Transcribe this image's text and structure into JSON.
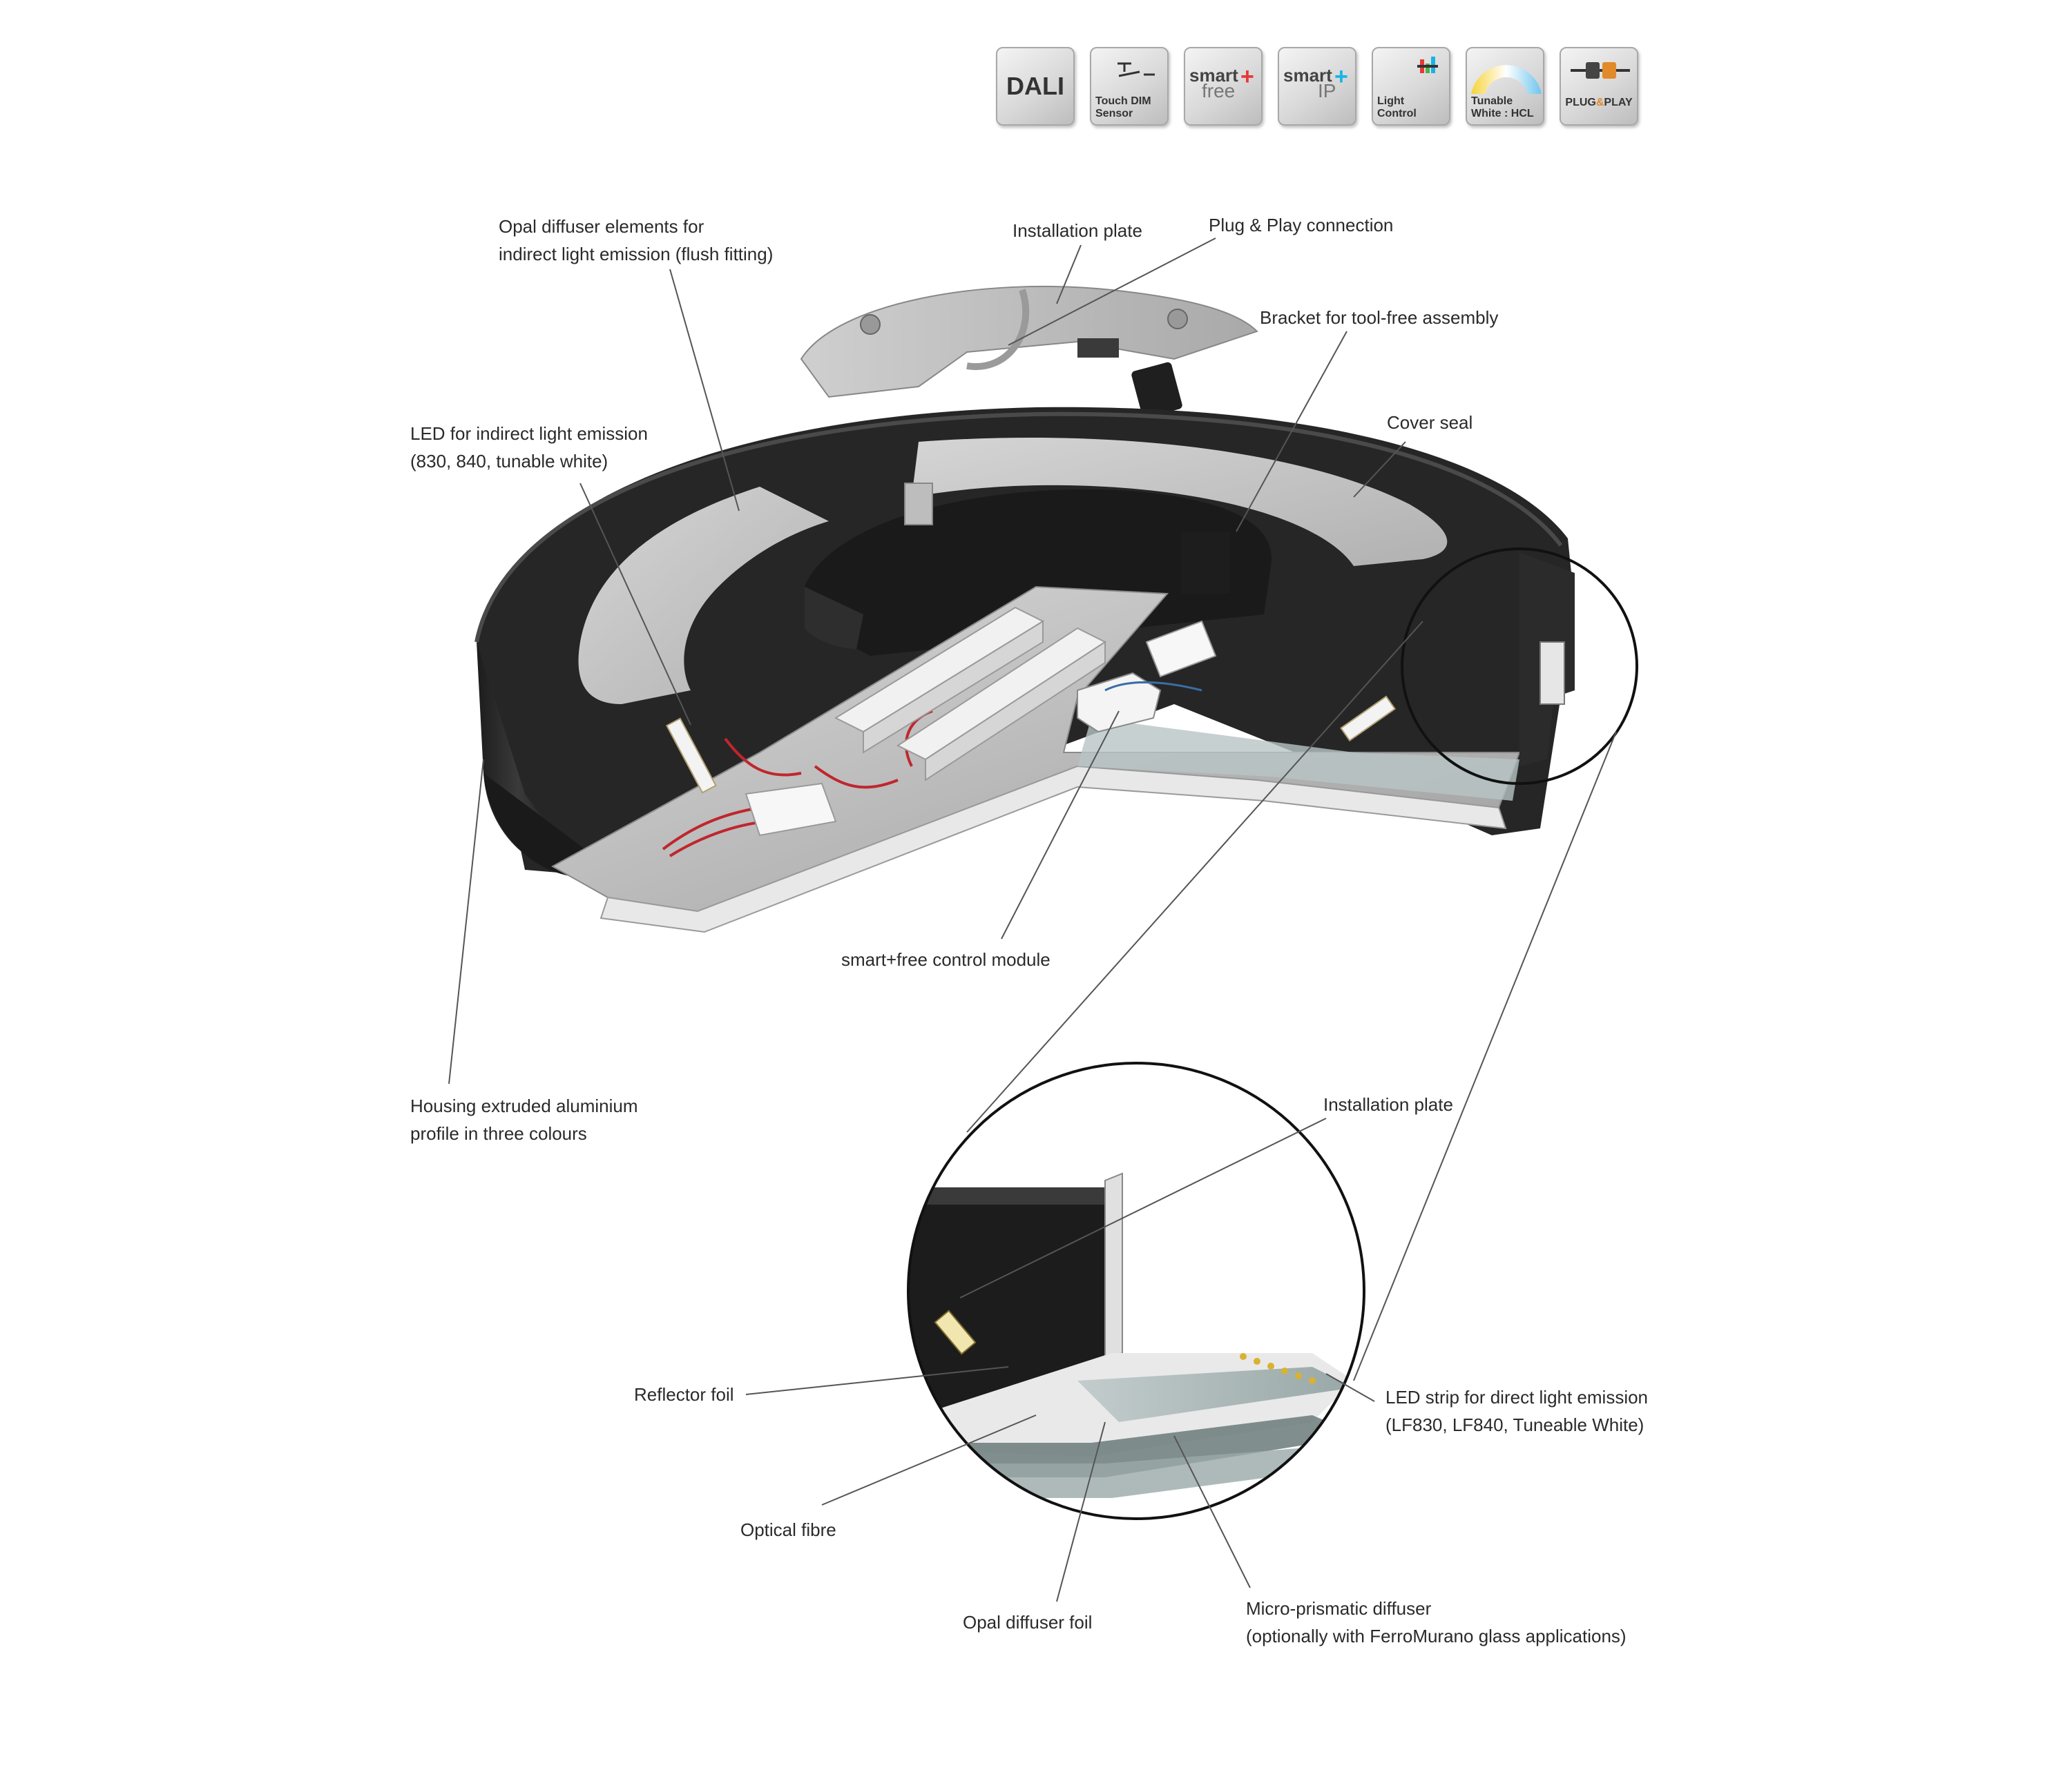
{
  "badges": [
    {
      "id": "dali",
      "text": "DALI"
    },
    {
      "id": "touch-dim",
      "lines": [
        "Touch DIM",
        "Sensor"
      ]
    },
    {
      "id": "smart-free",
      "top": "smart",
      "sub": "free"
    },
    {
      "id": "smart-ip",
      "top": "smart",
      "sub": "IP"
    },
    {
      "id": "light-control",
      "lines": [
        "Light",
        "Control"
      ]
    },
    {
      "id": "tunable-white",
      "lines": [
        "Tunable",
        "White : HCL"
      ]
    },
    {
      "id": "plug-play",
      "text_a": "PLUG",
      "text_amp": "&",
      "text_b": "PLAY"
    }
  ],
  "labels": {
    "opal_diffuser_elements": [
      "Opal diffuser elements for",
      "indirect light emission (flush fitting)"
    ],
    "installation_plate_top": "Installation plate",
    "plug_play_connection": "Plug & Play connection",
    "bracket": "Bracket for tool-free assembly",
    "led_indirect": [
      "LED for indirect light emission",
      "(830, 840, tunable white)"
    ],
    "cover_seal": "Cover seal",
    "smart_free_module": "smart+free control module",
    "housing": [
      "Housing extruded aluminium",
      "profile in three colours"
    ],
    "installation_plate_detail": "Installation plate",
    "reflector_foil": "Reflector foil",
    "led_strip": [
      "LED strip for direct light emission",
      "(LF830, LF840, Tuneable White)"
    ],
    "optical_fibre": "Optical fibre",
    "opal_diffuser_foil": "Opal diffuser foil",
    "micro_prismatic": [
      "Micro-prismatic diffuser",
      "(optionally with FerroMurano glass applications)"
    ]
  },
  "colors": {
    "housing_dark": "#2b2b2b",
    "diffuser_light": "#d6d6d6",
    "aluminium": "#b9b9b9",
    "driver_white": "#ececec",
    "wire_red": "#c0262d",
    "leader_line": "#555555",
    "text": "#2a2a2a",
    "plus_red": "#e53935",
    "plus_cyan": "#18b4e6"
  }
}
